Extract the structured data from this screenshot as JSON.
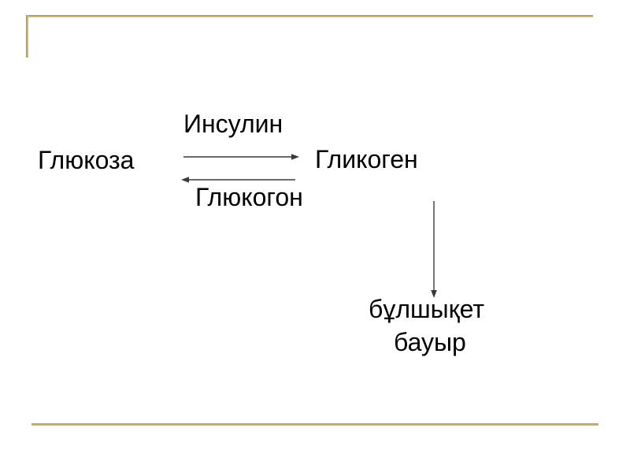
{
  "slide": {
    "colors": {
      "bg": "#ffffff",
      "gold_dark": "#B3913F",
      "gold_light": "#E0C87F",
      "text": "#000000",
      "arrow": "#3a3a3a"
    },
    "diagram": {
      "hormone_forward": "Инсулин",
      "substrate_left": "Глюкоза",
      "substrate_right": "Гликоген",
      "hormone_reverse": "Глюкогон",
      "tissue_muscle": "бұлшықет",
      "tissue_liver": "бауыр"
    }
  }
}
